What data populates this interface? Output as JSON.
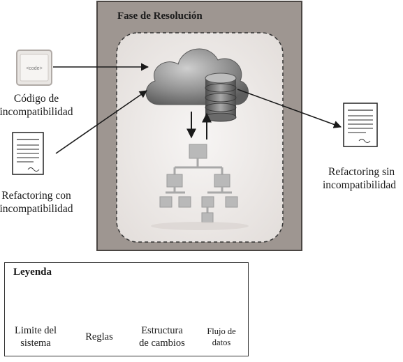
{
  "system": {
    "title": "Fase de Resolución"
  },
  "inputs": {
    "code_icon_text": "<code>",
    "code_label_line1": "Código de",
    "code_label_line2": "incompatibilidad",
    "refactor_in_line1": "Refactoring con",
    "refactor_in_line2": "incompatibilidad"
  },
  "output": {
    "line1": "Refactoring sin",
    "line2": "incompatibilidad"
  },
  "legend": {
    "title": "Leyenda",
    "boundary_line1": "Limite del",
    "boundary_line2": "sistema",
    "rules": "Reglas",
    "structure_line1": "Estructura",
    "structure_line2": "de cambios",
    "flow_line1": "Flujo de",
    "flow_line2": "datos"
  },
  "colors": {
    "system_fill": "#9e9691",
    "inner_fill": "#f2efed",
    "cloud": "#8d8d8d",
    "tree": "#b9b9b9"
  }
}
